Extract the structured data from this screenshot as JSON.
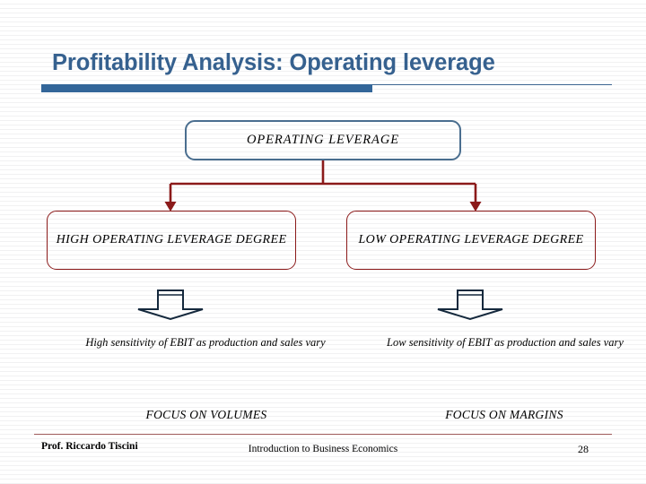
{
  "slide": {
    "title": "Profitability Analysis: Operating leverage",
    "accent_color": "#336699",
    "title_color": "#36618f",
    "connector_color": "#8b1a1a",
    "arrow_shape_color": "#15293d",
    "top_box_border_color": "#4a6e8f",
    "branch_box_border_color": "#8b1a1a"
  },
  "diagram": {
    "root": {
      "label": "OPERATING LEVERAGE"
    },
    "branches": [
      {
        "box_label": "HIGH OPERATING LEVERAGE DEGREE",
        "arrow_icon": "block-arrow-down-icon",
        "description": "High sensitivity of EBIT as production and sales vary",
        "focus": "FOCUS ON VOLUMES"
      },
      {
        "box_label": "LOW OPERATING LEVERAGE DEGREE",
        "arrow_icon": "block-arrow-down-icon",
        "description": "Low sensitivity of EBIT as production and sales vary",
        "focus": "FOCUS ON MARGINS"
      }
    ]
  },
  "footer": {
    "author": "Prof. Riccardo Tiscini",
    "course": "Introduction to Business Economics",
    "page_number": "28"
  }
}
